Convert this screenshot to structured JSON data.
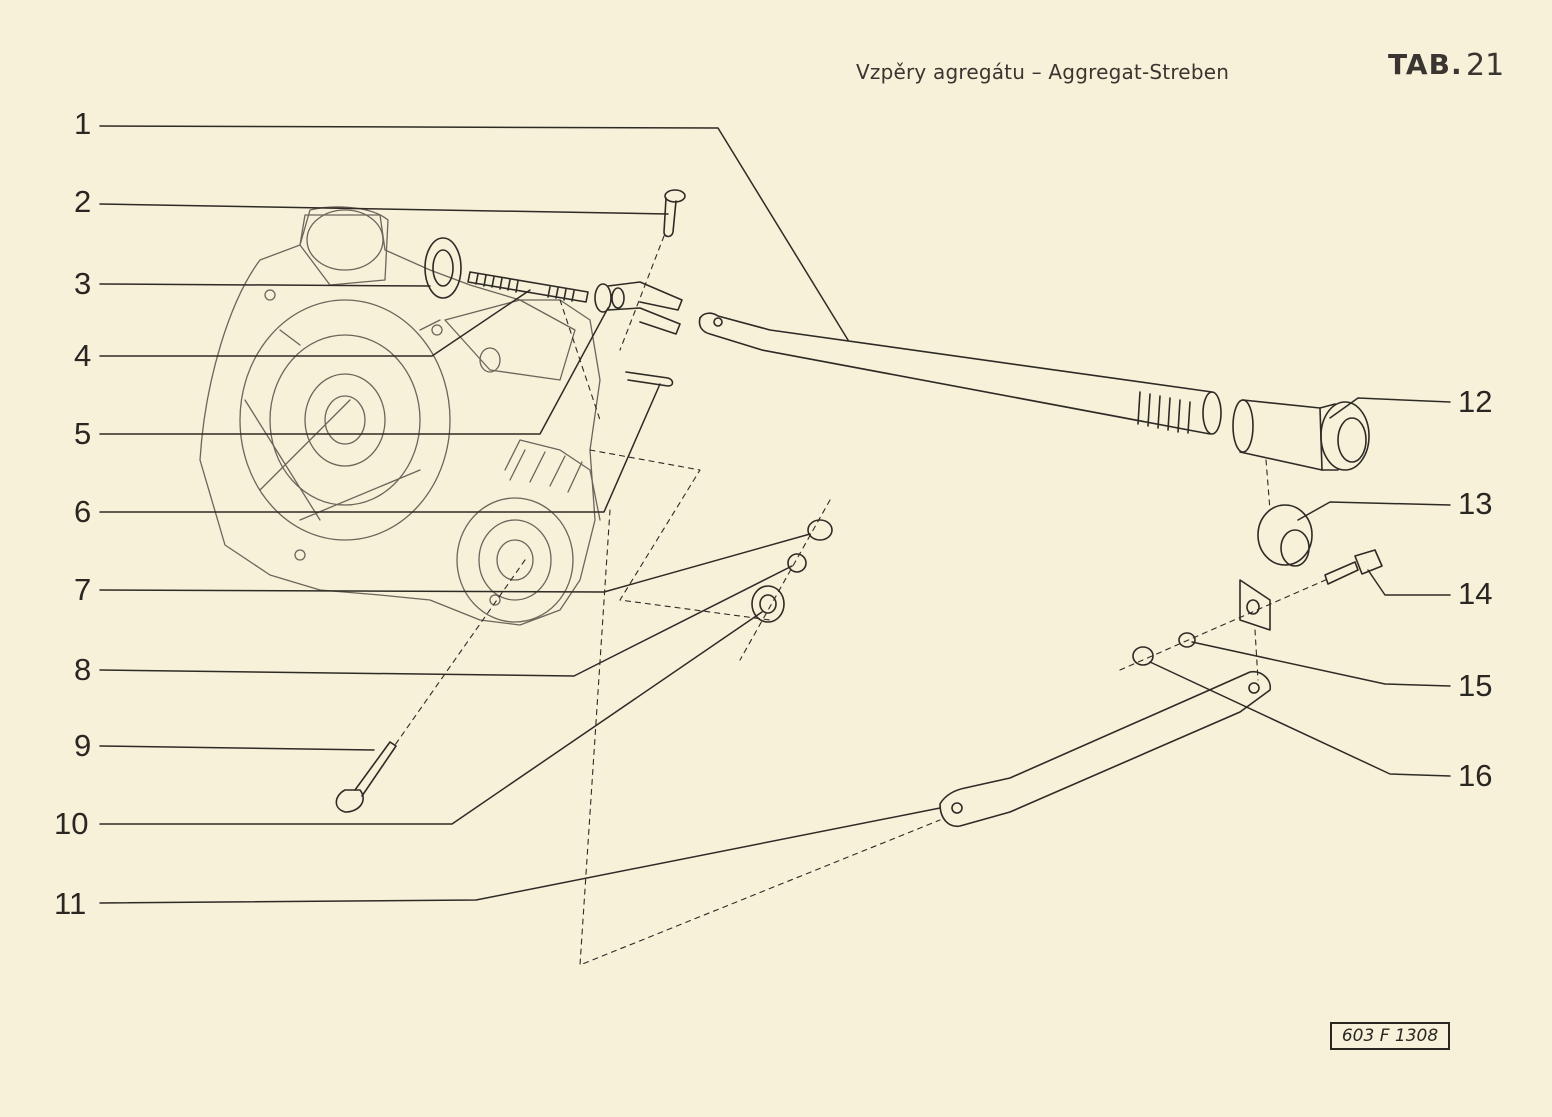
{
  "header": {
    "title": "Vzpěry agregátu – Aggregat-Streben",
    "tab_label": "TAB.",
    "tab_number": "21"
  },
  "callouts": [
    "1",
    "2",
    "3",
    "4",
    "5",
    "6",
    "7",
    "8",
    "9",
    "10",
    "11",
    "12",
    "13",
    "14",
    "15",
    "16"
  ],
  "drawing_code": "603 F 1308"
}
